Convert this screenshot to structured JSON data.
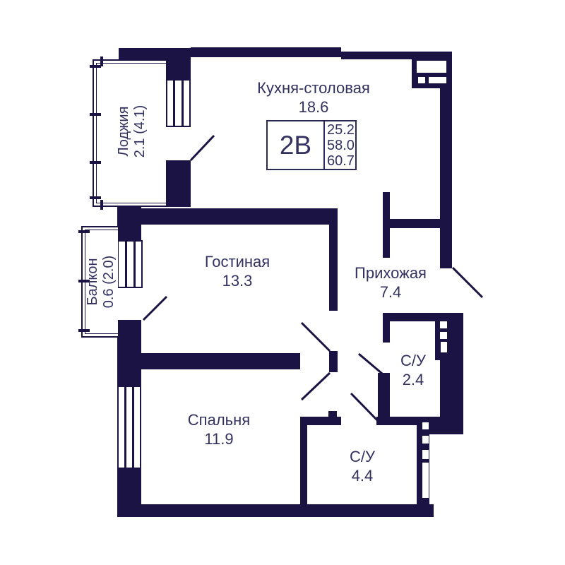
{
  "unit": {
    "type": "2В",
    "areas": [
      "25.2",
      "58.0",
      "60.7"
    ]
  },
  "rooms": {
    "kitchen": {
      "name": "Кухня-столовая",
      "area": "18.6"
    },
    "loggia": {
      "name": "Лоджия",
      "area": "2.1 (4.1)"
    },
    "balcony": {
      "name": "Балкон",
      "area": "0.6 (2.0)"
    },
    "living": {
      "name": "Гостиная",
      "area": "13.3"
    },
    "hallway": {
      "name": "Прихожая",
      "area": "7.4"
    },
    "bedroom": {
      "name": "Спальня",
      "area": "11.9"
    },
    "wc_small": {
      "name": "С/У",
      "area": "2.4"
    },
    "wc_large": {
      "name": "С/У",
      "area": "4.4"
    }
  },
  "colors": {
    "wall": "#1b1343",
    "text": "#33315f",
    "background": "#ffffff"
  }
}
